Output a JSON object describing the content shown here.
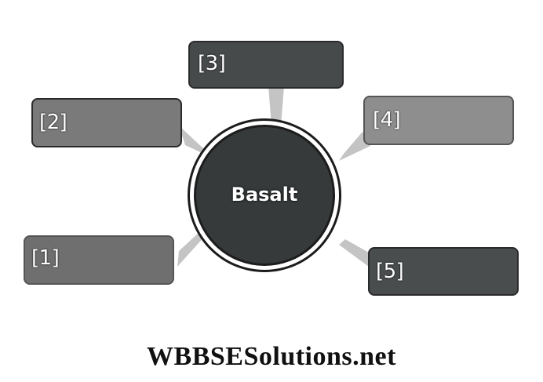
{
  "diagram": {
    "center": {
      "label": "Basalt",
      "color": "#363a3b"
    },
    "nodes": [
      {
        "id": "1",
        "label": "[1]",
        "color": "#6f6f6f"
      },
      {
        "id": "2",
        "label": "[2]",
        "color": "#7a7a7a"
      },
      {
        "id": "3",
        "label": "[3]",
        "color": "#474a4b"
      },
      {
        "id": "4",
        "label": "[4]",
        "color": "#8e8e8e"
      },
      {
        "id": "5",
        "label": "[5]",
        "color": "#4a4d4e"
      }
    ],
    "connector_color": "#c4c4c4"
  },
  "footer": {
    "watermark": "WBBSESolutions.net"
  }
}
